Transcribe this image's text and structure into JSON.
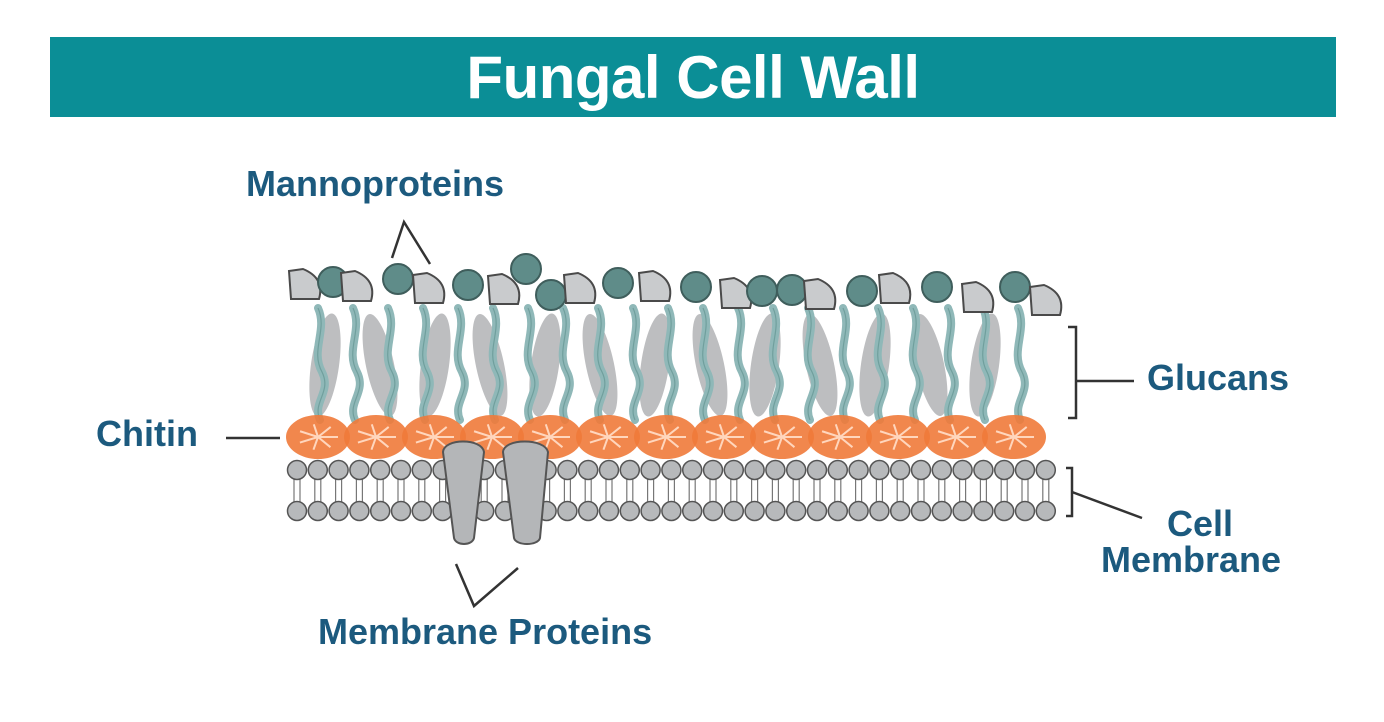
{
  "title": "Fungal Cell Wall",
  "labels": {
    "mannoproteins": "Mannoproteins",
    "glucans": "Glucans",
    "chitin": "Chitin",
    "cell_membrane_line1": "Cell",
    "cell_membrane_line2": "Membrane",
    "membrane_proteins": "Membrane Proteins"
  },
  "colors": {
    "title_bar": "#0b8e96",
    "title_text": "#ffffff",
    "label_text": "#1c5a7e",
    "glucan_grey": "#b9bbbd",
    "glucan_teal": "#8fb8b8",
    "mannoprotein_sphere": "#5f8c89",
    "mannoprotein_wedge": "#c9cbcd",
    "chitin": "#f07a3a",
    "membrane_head": "#b7b9bb",
    "membrane_protein": "#b4b6b8"
  },
  "icons": [
    "mannoprotein-sphere-icon",
    "mannoprotein-wedge-icon",
    "glucan-fiber-icon",
    "chitin-cluster-icon",
    "phospholipid-icon",
    "membrane-protein-icon"
  ]
}
